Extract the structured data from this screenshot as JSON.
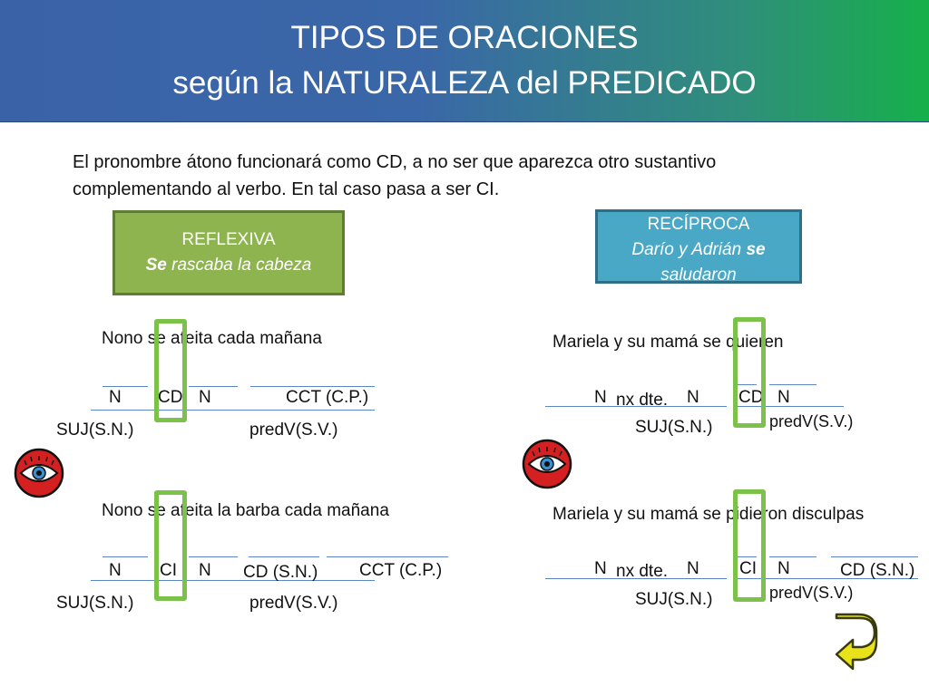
{
  "header": {
    "title_line1": "TIPOS DE ORACIONES",
    "title_line2": "según la NATURALEZA del PREDICADO"
  },
  "intro": {
    "line1": "El pronombre átono funcionará como CD, a no ser que aparezca otro sustantivo",
    "line2": "complementando al verbo. En tal caso pasa a ser CI."
  },
  "reflexiva": {
    "title": "REFLEXIVA",
    "pron": "Se",
    "example": "rascaba la cabeza"
  },
  "reciproca": {
    "title": "RECÍPROCA",
    "example_a": "Darío y Adrián",
    "pron": "se",
    "example_b": "saludaron"
  },
  "ex1": {
    "sentence": "Nono se afeita cada mañana",
    "n1": "N",
    "cd": "CD",
    "n2": "N",
    "cct": "CCT (C.P.)",
    "suj": "SUJ(S.N.)",
    "pred": "predV(S.V.)"
  },
  "ex2": {
    "sentence": "Nono se afeita  la barba cada mañana",
    "n1": "N",
    "ci": "CI",
    "n2": "N",
    "cd": "CD (S.N.)",
    "cct": "CCT (C.P.)",
    "suj": "SUJ(S.N.)",
    "pred": "predV(S.V.)"
  },
  "ex3": {
    "sentence": "Mariela y su mamá se quieren",
    "n1": "N",
    "nx": "nx dte.",
    "n2": "N",
    "cd": "CD",
    "n3": "N",
    "suj": "SUJ(S.N.)",
    "pred": "predV(S.V.)"
  },
  "ex4": {
    "sentence": "Mariela y su mamá se pidieron disculpas",
    "n1": "N",
    "nx": "nx dte.",
    "n2": "N",
    "ci": "CI",
    "n3": "N",
    "cd": "CD (S.N.)",
    "suj": "SUJ(S.N.)",
    "pred": "predV(S.V.)"
  },
  "colors": {
    "accent_green": "#7cc24a",
    "line_blue": "#5b86c6",
    "eye_red": "#d42020",
    "arrow_yellow": "#e8e21a"
  },
  "icons": {
    "eye": "eye-icon",
    "arrow": "return-arrow-icon"
  }
}
